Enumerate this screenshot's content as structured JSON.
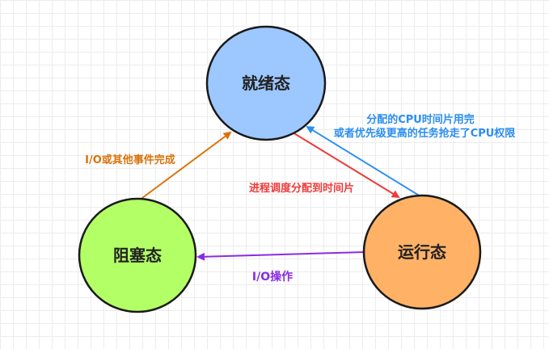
{
  "states": {
    "ready": {
      "label": "就绪态",
      "fill": "#9cc8ff"
    },
    "blocked": {
      "label": "阻塞态",
      "fill": "#b3ff66"
    },
    "running": {
      "label": "运行态",
      "fill": "#ffb266"
    }
  },
  "transitions": {
    "blocked_to_ready": {
      "label": "I/O或其他事件完成",
      "color": "#d9730d"
    },
    "ready_to_running": {
      "label": "进程调度分配到时间片",
      "color": "#ee3b3b"
    },
    "running_to_ready": {
      "label_line1": "分配的CPU时间片用完",
      "label_line2": "或者优先级更高的任务抢走了CPU权限",
      "color": "#2b8ef0"
    },
    "running_to_blocked": {
      "label": "I/O操作",
      "color": "#8a2be2"
    }
  }
}
